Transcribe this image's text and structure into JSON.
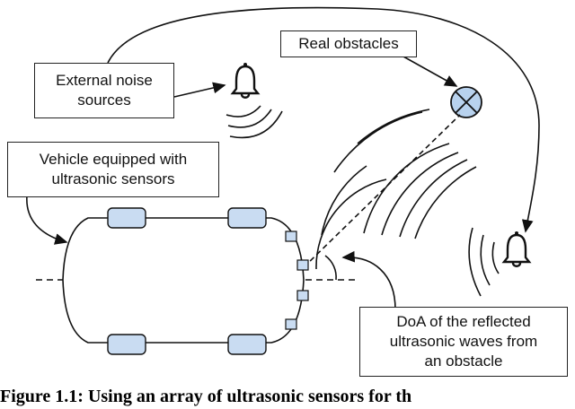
{
  "labels": {
    "external_noise": [
      "External noise",
      "sources"
    ],
    "real_obstacles": "Real obstacles",
    "vehicle": [
      "Vehicle equipped with",
      "ultrasonic sensors"
    ],
    "doa": [
      "DoA of the reflected",
      "ultrasonic waves from",
      "an obstacle"
    ]
  },
  "caption": "Figure 1.1: Using an array of ultrasonic sensors for th",
  "colors": {
    "line": "#111111",
    "sensor_fill": "#c9dcf2",
    "wheel_fill": "#c9dcf2",
    "obstacle_fill": "#b8d2ee"
  },
  "icons": [
    "bell-icon",
    "bell-icon",
    "obstacle-cross-icon"
  ]
}
